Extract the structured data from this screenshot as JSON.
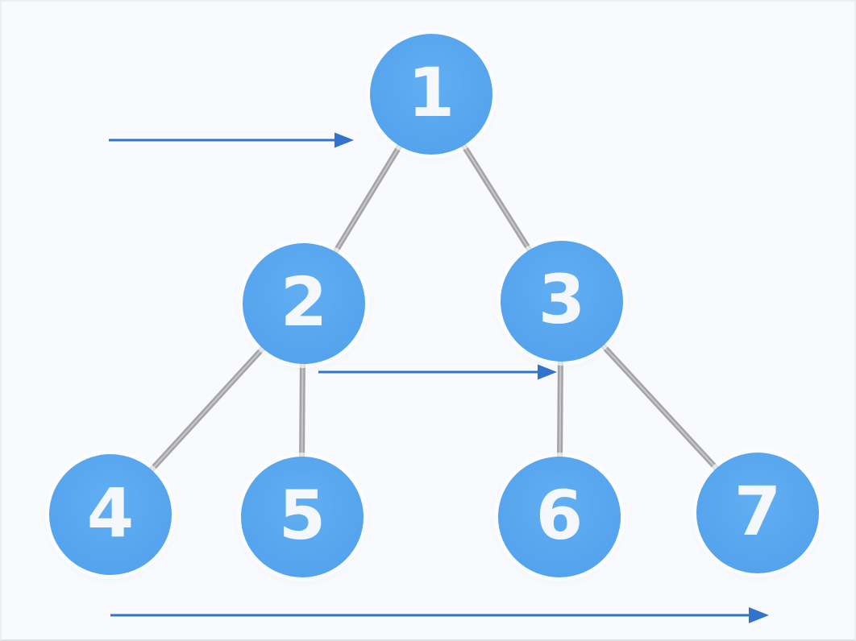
{
  "diagram": {
    "type": "binary-tree",
    "nodes": [
      {
        "id": "1",
        "label": "1",
        "level": 1
      },
      {
        "id": "2",
        "label": "2",
        "level": 2
      },
      {
        "id": "3",
        "label": "3",
        "level": 2
      },
      {
        "id": "4",
        "label": "4",
        "level": 3
      },
      {
        "id": "5",
        "label": "5",
        "level": 3
      },
      {
        "id": "6",
        "label": "6",
        "level": 3
      },
      {
        "id": "7",
        "label": "7",
        "level": 3
      }
    ],
    "edges": [
      {
        "from": "1",
        "to": "2"
      },
      {
        "from": "1",
        "to": "3"
      },
      {
        "from": "2",
        "to": "4"
      },
      {
        "from": "2",
        "to": "5"
      },
      {
        "from": "3",
        "to": "6"
      },
      {
        "from": "3",
        "to": "7"
      }
    ],
    "arrows": [
      {
        "name": "level-1-traversal-arrow",
        "direction": "left-to-right"
      },
      {
        "name": "level-2-traversal-arrow",
        "direction": "left-to-right"
      },
      {
        "name": "level-3-traversal-arrow",
        "direction": "left-to-right"
      }
    ]
  },
  "colors": {
    "background": "#f8fafd",
    "node_fill": "#56a5ee",
    "node_text": "#f4f8fc",
    "edge": "#a4a4a4",
    "edge_highlight": "#cccccc",
    "arrow": "#3273cb"
  }
}
